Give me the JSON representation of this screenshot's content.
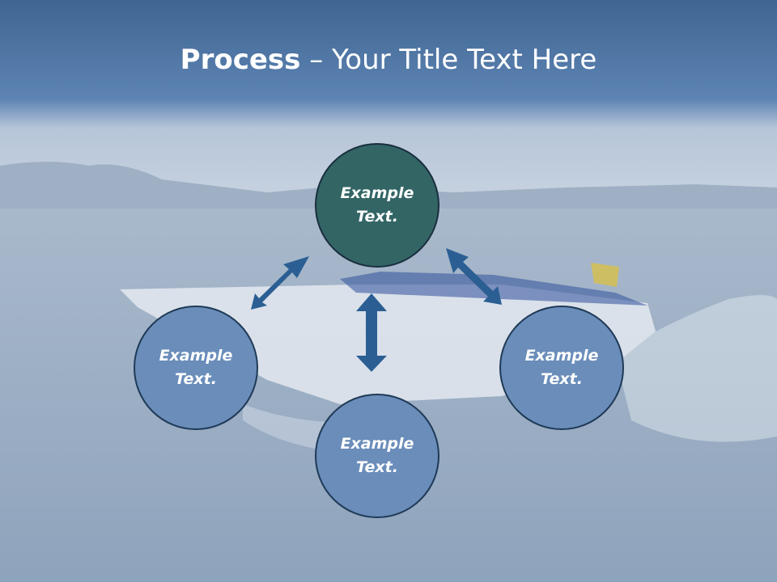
{
  "title": {
    "bold": "Process",
    "separator": " – ",
    "rest": "Your Title Text Here"
  },
  "nodes": {
    "center": "Example Text.",
    "left": "Example Text.",
    "right": "Example Text.",
    "bottom": "Example Text."
  },
  "colors": {
    "header_band": "#4f76a6",
    "center_node": "#336565",
    "side_node": "#6a8dba",
    "arrow": "#2b5f93"
  }
}
